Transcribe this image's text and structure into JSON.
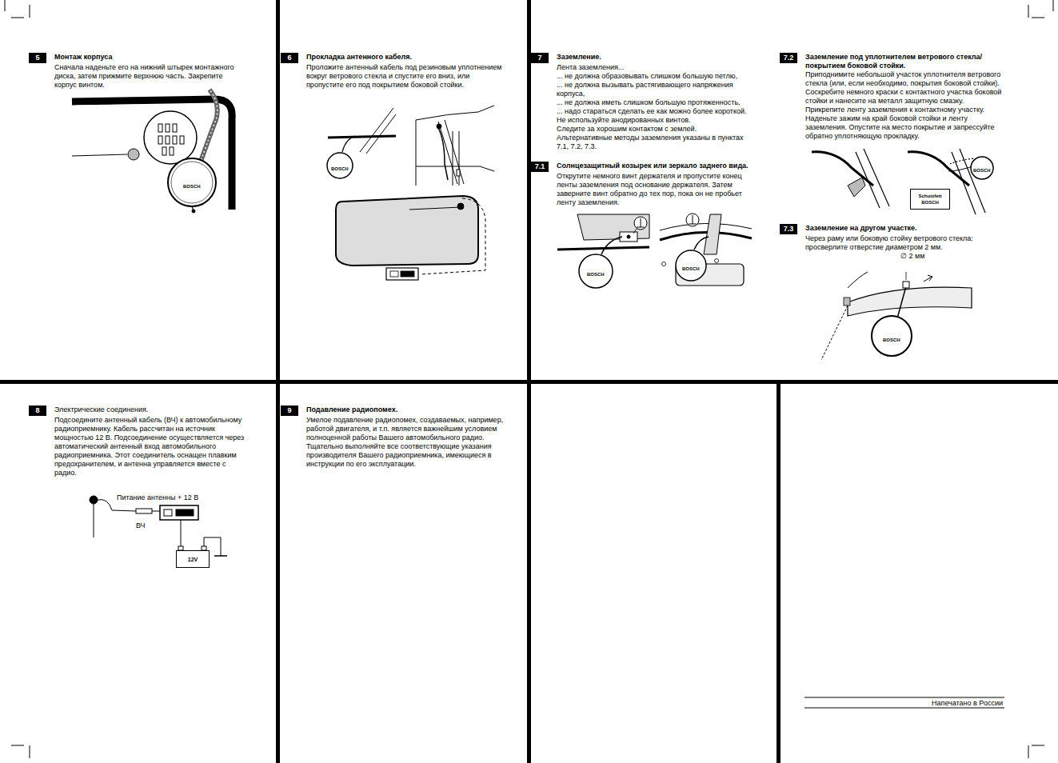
{
  "diagram": {
    "nodes": [
      {
        "text": [
          "5",
          "Монтаж корпуса"
        ]
      },
      {
        "text": [
          "6",
          "Прокладка антенного кабеля."
        ]
      },
      {
        "text": [
          "7",
          "Заземление."
        ]
      },
      {
        "text": [
          "7.1",
          "Солнцезащитный козырек или зеркало заднего вида."
        ]
      },
      {
        "text": [
          "7.2",
          "Заземление под уплотнителем ветрового стекла/ покрытием боковой стойки."
        ]
      },
      {
        "text": [
          "Schutzfett",
          "BOSCH"
        ]
      },
      {
        "text": [
          "7.3",
          "Заземление на другом участке."
        ]
      },
      {
        "text": [
          "8",
          "Электрические соединения."
        ]
      },
      {
        "text": [
          "12V"
        ]
      },
      {
        "text": [
          "9",
          "Подавление радиопомех."
        ]
      }
    ],
    "labels": [
      "Сначала наденьте его на нижний штырек монтажного диска, затем прижмите верхнюю часть. Закрепите корпус винтом.",
      "Проложите антенный кабель под резиновым уплотнением вокруг ветрового стекла и спустите его вниз, или пропустите его под покрытием боковой стойки.",
      "Лента заземления...",
      "... не должна образовывать слишком большую петлю,",
      "... не должна вызывать растягивающего напряжения корпуса,",
      "... не должна иметь слишком большую протяженность,",
      "... надо стараться сделать ее как можно более короткой.",
      "Не используйте анодированных винтов.",
      "Следите за хорошим контактом с землей.",
      "Альтернативные методы заземления указаны в пунктах 7.1, 7.2, 7.3.",
      "Открутите немного винт держателя и пропустите конец ленты заземления под основание держателя. Затем заверните винт обратно до тех пор, пока он не пробьет ленту заземления.",
      "Приподнимите небольшой участок уплотнителя ветрового стекла (или, если необходимо, покрытия боковой стойки). Соскребите немного краски с контактного участка боковой стойки и нанесите на металл защитную смазку. Прикрепите ленту заземления к контактному участку. Наденьте зажим на край боковой стойки и ленту заземления. Опустите на место покрытие и запрессуйте обратно уплотняющую прокладку.",
      "Через раму или боковую стойку ветрового стекла: просверлите отверстие диаметром 2 мм.",
      "∅ 2 мм",
      "Подсоедините антенный кабель (ВЧ) к автомобильному радиоприемнику. Кабель рассчитан на источник мощностью 12 В. Подсоединение осуществляется через автоматический антенный вход автомобильного радиоприемника. Этот соединитель оснащен плавким предохранителем, и антенна управляется вместе с радио.",
      "Питание антенны + 12 В",
      "ВЧ",
      "Умелое подавление радиопомех, создаваемых, например, работой двигателя, и т.п. является важнейшим условием полноценной работы Вашего автомобильного радио. Тщательно выполняйте все соответствующие указания производителя Вашего радиоприемника, имеющиеся в инструкции по его эксплуатации.",
      "Напечатано в России",
      "BOSCH",
      "BOSCH",
      "BOSCH",
      "BOSCH",
      "BOSCH",
      "BOSCH"
    ]
  }
}
